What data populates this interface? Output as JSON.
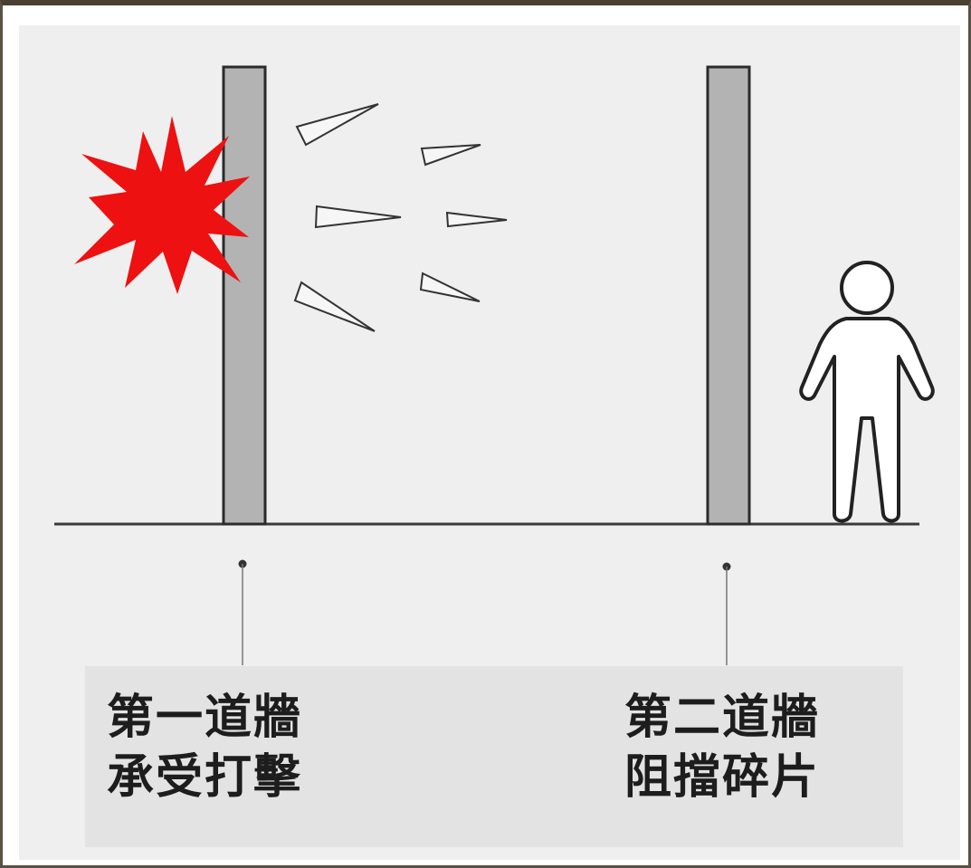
{
  "walls": [
    {
      "id": "first",
      "line1": "第一道牆",
      "line2": "承受打擊"
    },
    {
      "id": "second",
      "line1": "第二道牆",
      "line2": "阻擋碎片"
    }
  ],
  "colors": {
    "explosion": "#ee1111",
    "wall_fill": "#b3b3b3",
    "wall_stroke": "#2b2b2b",
    "ground": "#3a3a3a",
    "background": "#efefef",
    "label_band": "#e3e3e3"
  },
  "icons": [
    "explosion-icon",
    "debris-shard-icon",
    "person-icon"
  ]
}
